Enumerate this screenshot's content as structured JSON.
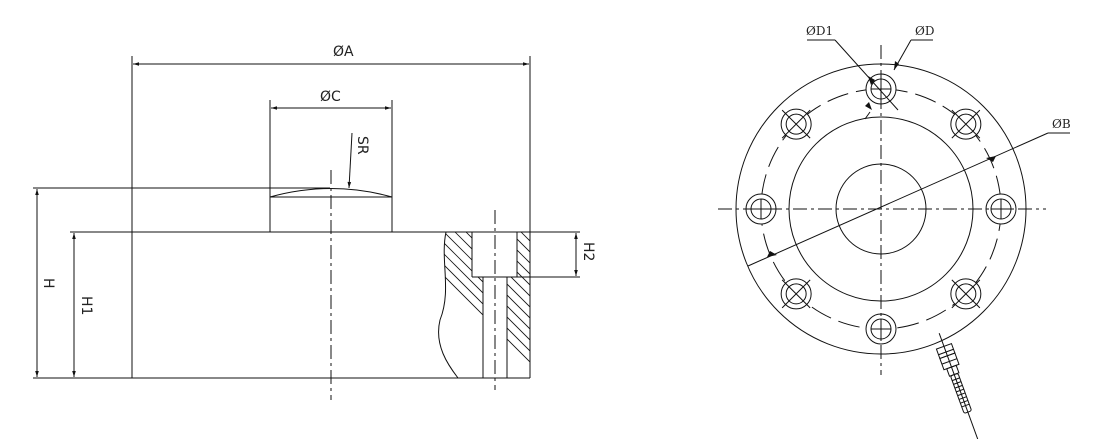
{
  "title": "Load cell dimension drawing",
  "side_view": {
    "labels": {
      "dia_a": "ØA",
      "dia_c": "ØC",
      "sr": "SR",
      "h": "H",
      "h1": "H1",
      "h2": "H2"
    }
  },
  "top_view": {
    "labels": {
      "dia_d1": "ØD1",
      "dia_d": "ØD",
      "dia_b": "ØB"
    },
    "bolt_hole_count": 8
  },
  "colors": {
    "line": "#111111",
    "background": "#ffffff"
  }
}
